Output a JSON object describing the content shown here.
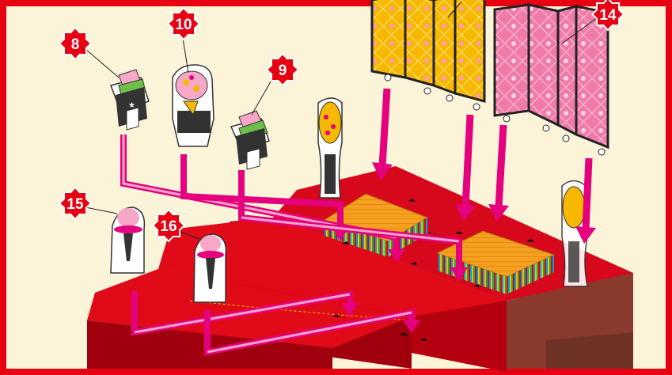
{
  "colors": {
    "frame": "#e60012",
    "background": "#fcf4d9",
    "platform_top": "#d8081c",
    "platform_side": "#a0000e",
    "platform_back": "#7a4a3a",
    "arrow": "#e5007e",
    "gold_screen": "#f7b800",
    "pink_screen": "#f07aa8",
    "badge": "#e60012"
  },
  "badges": [
    {
      "id": "part-8",
      "label": "8"
    },
    {
      "id": "part-10",
      "label": "10"
    },
    {
      "id": "part-9",
      "label": "9"
    },
    {
      "id": "part-15",
      "label": "15"
    },
    {
      "id": "part-16",
      "label": "16"
    },
    {
      "id": "part-14",
      "label": "14"
    }
  ]
}
